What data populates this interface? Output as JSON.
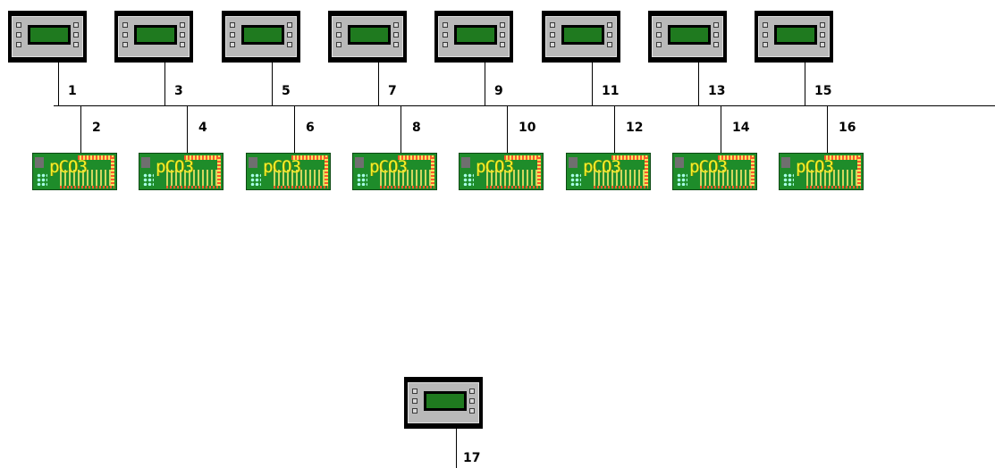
{
  "diagram": {
    "board_label": "pCO3",
    "bus_nodes": [
      {
        "terminal_address": "1",
        "controller_address": "2"
      },
      {
        "terminal_address": "3",
        "controller_address": "4"
      },
      {
        "terminal_address": "5",
        "controller_address": "6"
      },
      {
        "terminal_address": "7",
        "controller_address": "8"
      },
      {
        "terminal_address": "9",
        "controller_address": "10"
      },
      {
        "terminal_address": "11",
        "controller_address": "12"
      },
      {
        "terminal_address": "13",
        "controller_address": "14"
      },
      {
        "terminal_address": "15",
        "controller_address": "16"
      }
    ],
    "standalone_terminal_address": "17",
    "colors": {
      "terminal_frame": "#000000",
      "terminal_face": "#b9b9b9",
      "lcd": "#1f7a1f",
      "board": "#1e8c2a",
      "board_text": "#f4ef2a",
      "wire": "#000000"
    }
  }
}
